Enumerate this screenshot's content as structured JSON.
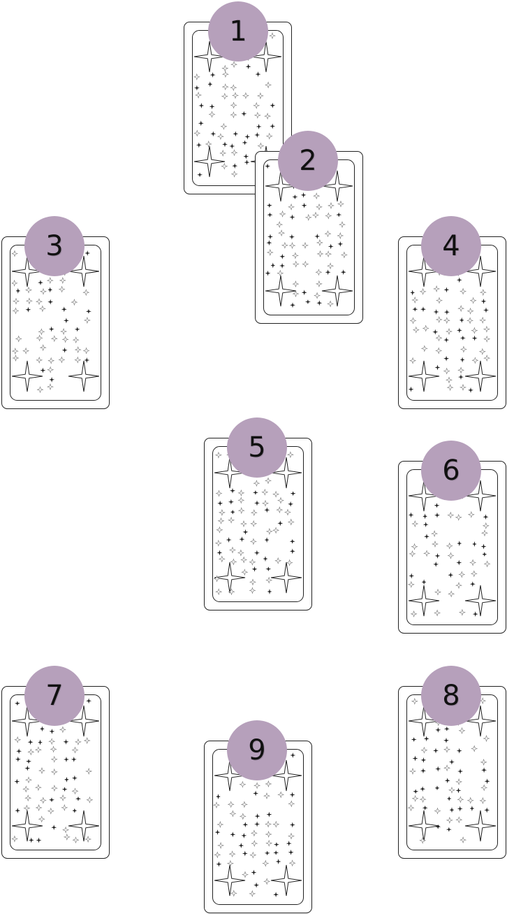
{
  "spread": {
    "badge_color": "#b6a0bb",
    "card_line_color": "#222222",
    "card_back_pattern": "star-pattern",
    "cards": [
      {
        "number": "1"
      },
      {
        "number": "2"
      },
      {
        "number": "3"
      },
      {
        "number": "4"
      },
      {
        "number": "5"
      },
      {
        "number": "6"
      },
      {
        "number": "7"
      },
      {
        "number": "8"
      },
      {
        "number": "9"
      }
    ]
  }
}
